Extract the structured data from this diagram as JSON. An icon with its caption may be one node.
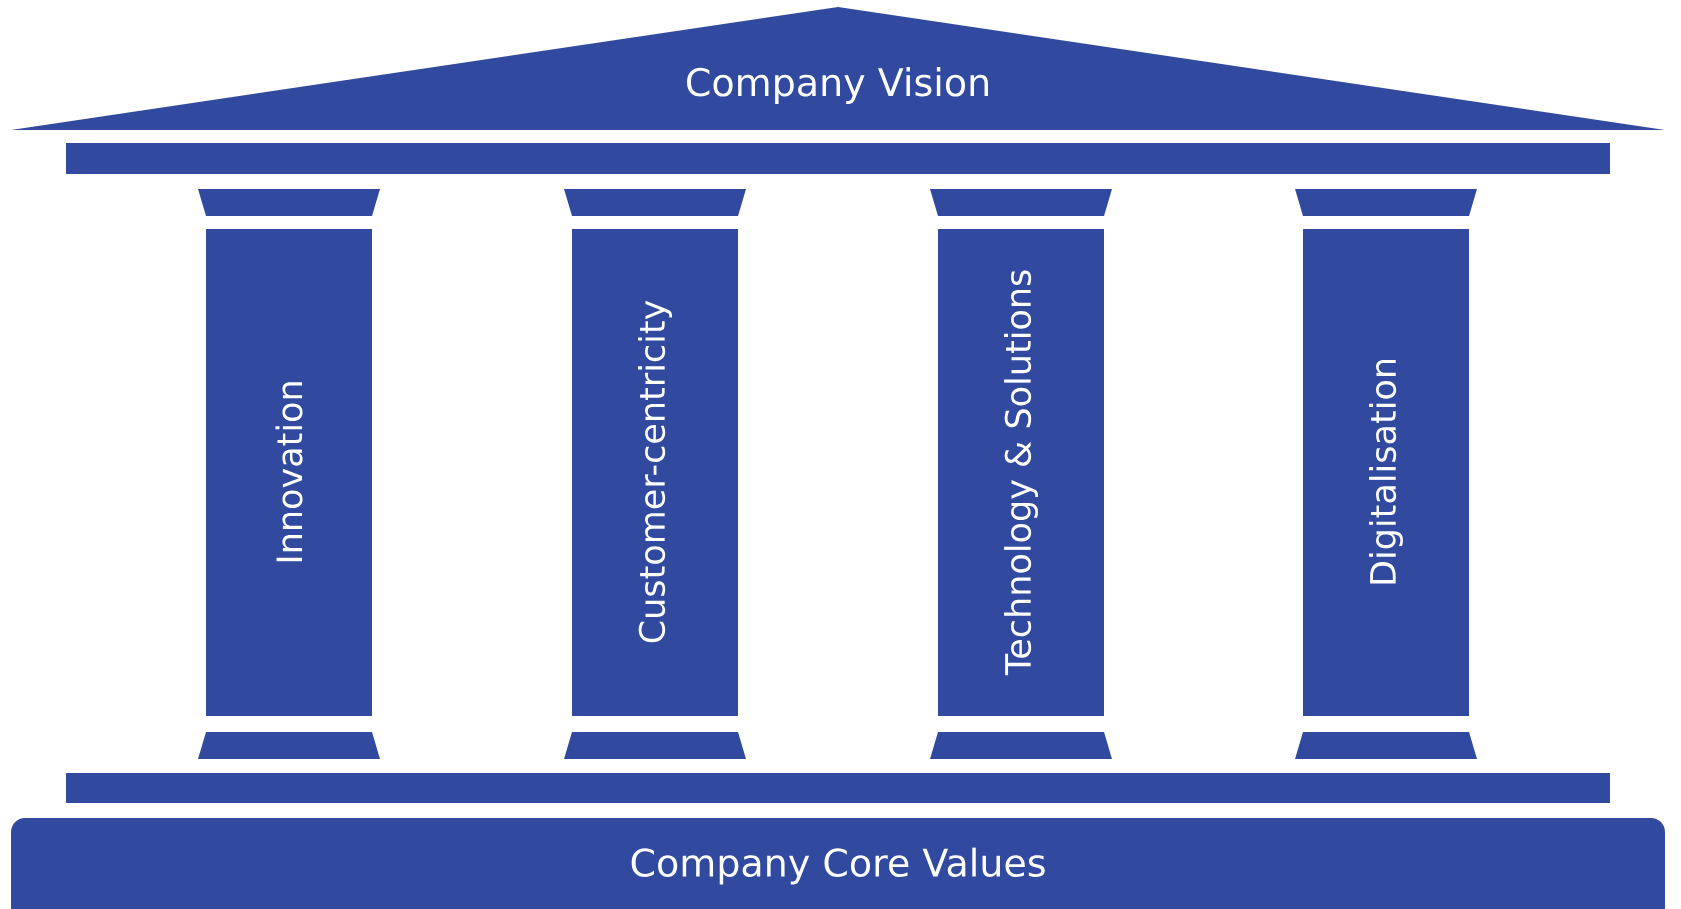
{
  "diagram": {
    "nodes": [
      {
        "text": [
          "Company Vision"
        ]
      },
      {
        "text": [],
        "shape": "bar"
      },
      {
        "text": [],
        "shape": "trapezoid"
      },
      {
        "text": [],
        "shape": "trapezoid"
      },
      {
        "text": [],
        "shape": "trapezoid"
      },
      {
        "text": [],
        "shape": "trapezoid"
      },
      {
        "text": [
          "Innovation"
        ]
      },
      {
        "text": [
          "Customer-centricity"
        ]
      },
      {
        "text": [
          "Technology & Solutions"
        ]
      },
      {
        "text": [
          "Digitalisation"
        ]
      },
      {
        "text": [],
        "shape": "trapezoid"
      },
      {
        "text": [],
        "shape": "trapezoid"
      },
      {
        "text": [],
        "shape": "trapezoid"
      },
      {
        "text": [],
        "shape": "trapezoid"
      },
      {
        "text": [],
        "shape": "bar"
      },
      {
        "text": [
          "Company Core Values"
        ]
      }
    ]
  }
}
